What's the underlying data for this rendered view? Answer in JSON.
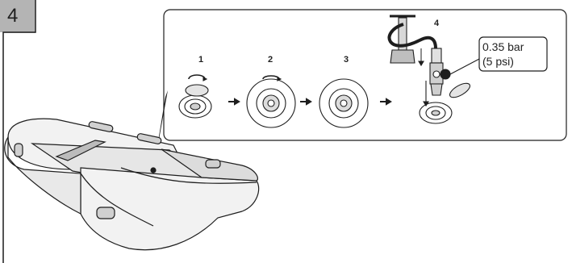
{
  "step": {
    "number": "4"
  },
  "detail": {
    "sub_steps": [
      "1",
      "2",
      "3",
      "4"
    ],
    "pressure_line1": "0.35 bar",
    "pressure_line2": "(5 psi)"
  },
  "colors": {
    "tab_fill": "#b4b4b4",
    "line": "#1e1e1e",
    "boat_fill": "#f2f2f2",
    "boat_shade": "#bcbcbc"
  }
}
